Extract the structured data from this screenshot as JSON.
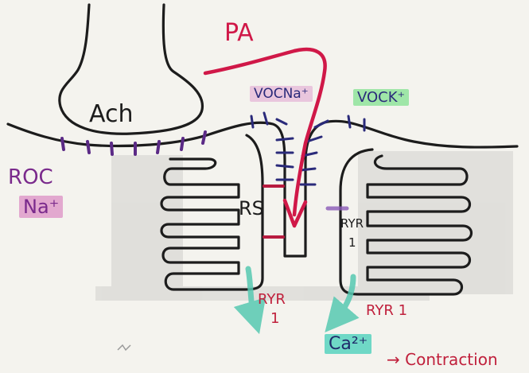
{
  "labels": {
    "ach": "Ach",
    "pa": "PA",
    "voc_na": "VOCNa⁺",
    "voc_k": "VOCK⁺",
    "roc": "ROC",
    "roc_na": "Na⁺",
    "rs": "RS",
    "ryr_inner": "RYR",
    "ryr_inner_num": "1",
    "ryr_left": "RYR",
    "ryr_left_num": "1",
    "ryr_right": "RYR 1",
    "ca": "Ca²⁺",
    "contraction": "→ Contraction"
  },
  "colors": {
    "ink": "#1c1c1c",
    "pa_arrow": "#d01848",
    "voc_channels": "#2a2a7a",
    "roc_channels": "#5b2a86",
    "ryr_ticks": "#b81c40",
    "ca_arrows": "#57c9b2",
    "na_highlight": "#e2a8cf",
    "k_highlight": "#8fe29a",
    "ca_highlight": "#6fd8c6",
    "roc_text": "#7a2a8c",
    "ryr_text": "#c0203c"
  }
}
